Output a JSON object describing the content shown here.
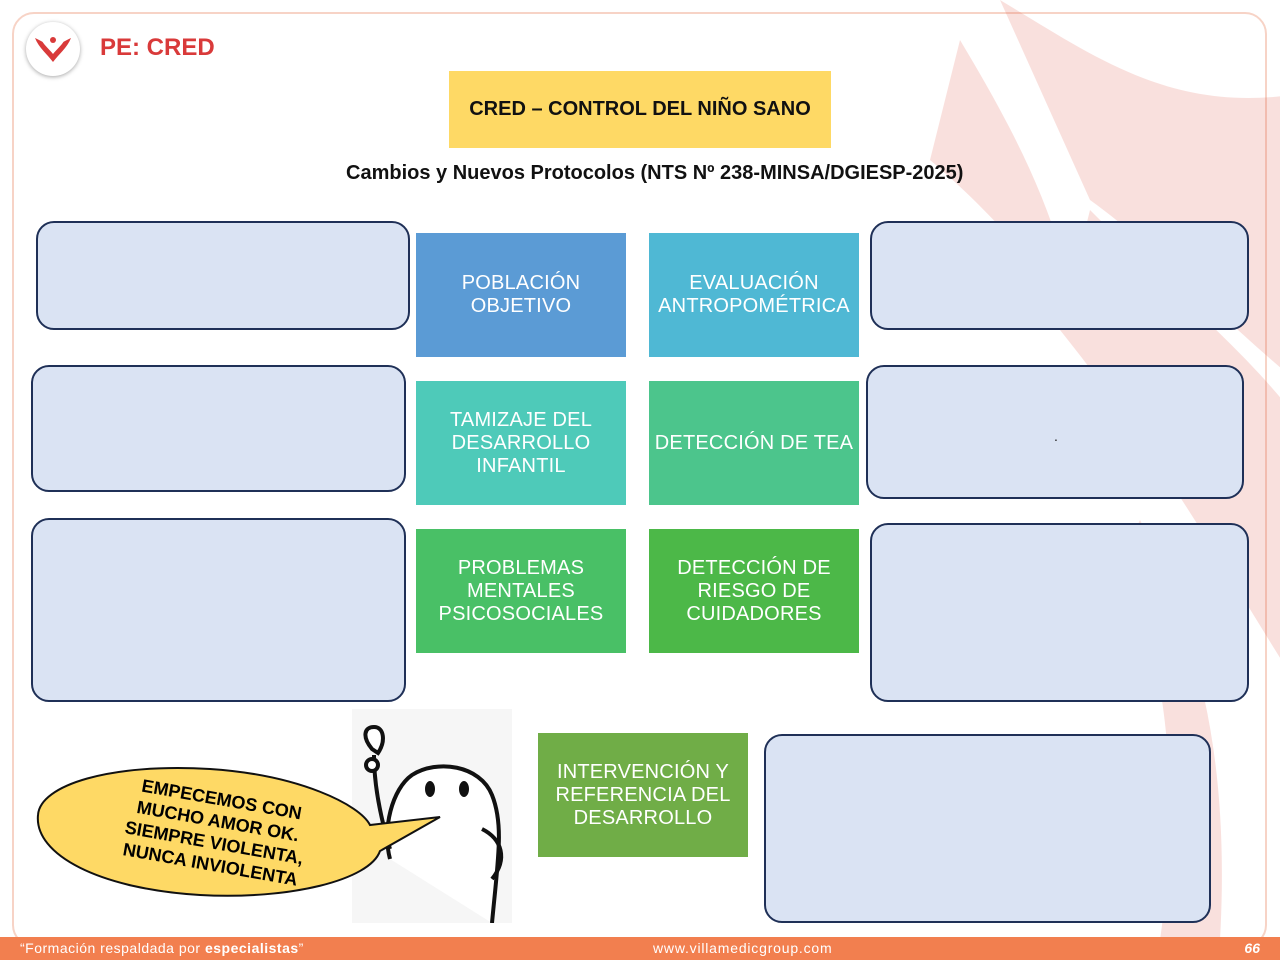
{
  "header": {
    "title": "PE: CRED",
    "logo": "phoenix-logo-icon"
  },
  "main_title": "CRED – CONTROL DEL NIÑO SANO",
  "subtitle": "Cambios y Nuevos Protocolos (NTS Nº 238-MINSA/DGIESP-2025)",
  "tiles": [
    {
      "label": "POBLACIÓN OBJETIVO",
      "color": "#5b9bd5"
    },
    {
      "label": "EVALUACIÓN ANTROPOMÉTRICA",
      "color": "#4fb8d4"
    },
    {
      "label": "TAMIZAJE DEL DESARROLLO INFANTIL",
      "color": "#4ecab9"
    },
    {
      "label": "DETECCIÓN DE TEA",
      "color": "#4cc58c"
    },
    {
      "label": "PROBLEMAS MENTALES PSICOSOCIALES",
      "color": "#49c066"
    },
    {
      "label": "DETECCIÓN DE RIESGO DE CUIDADORES",
      "color": "#4cb848"
    },
    {
      "label": "INTERVENCIÓN Y REFERENCIA DEL DESARROLLO",
      "color": "#70ad47"
    }
  ],
  "panels": {
    "right_middle_text": "."
  },
  "speech_bubble": {
    "text": "EMPECEMOS CON MUCHO AMOR OK. SIEMPRE VIOLENTA, NUNCA INVIOLENTA",
    "color": "#fed965"
  },
  "footer": {
    "quote_open": "“Formación respaldada por ",
    "quote_bold": "especialistas",
    "quote_close": "”",
    "website": "www.villamedicgroup.com",
    "page_number": "66",
    "color": "#f27f4f"
  }
}
